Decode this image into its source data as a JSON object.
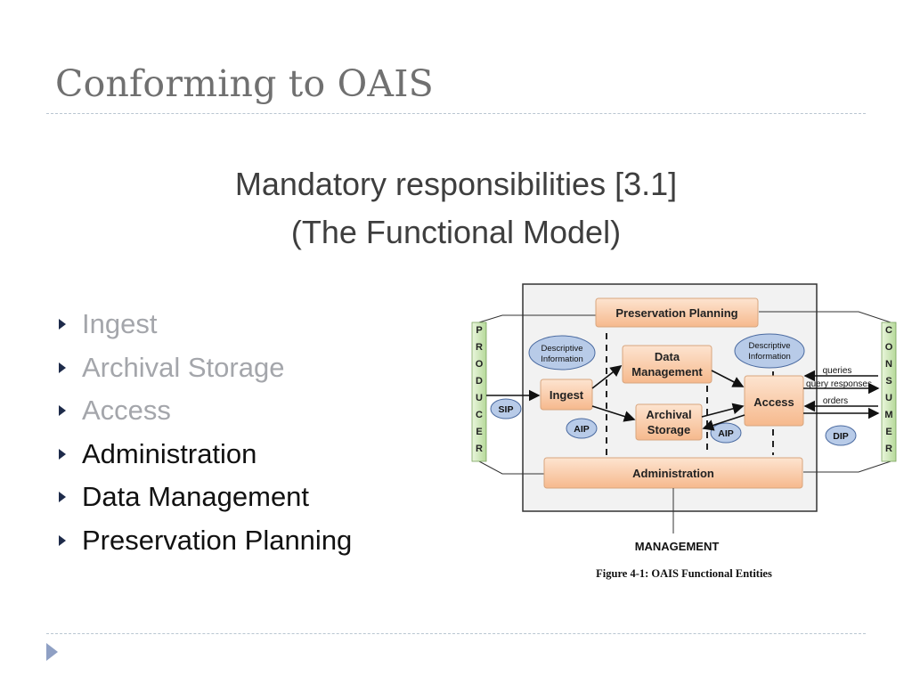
{
  "slide": {
    "title": "Conforming to OAIS",
    "subtitle_line1": "Mandatory responsibilities [3.1]",
    "subtitle_line2": "(The Functional Model)"
  },
  "bullets": [
    {
      "label": "Ingest",
      "state": "dim"
    },
    {
      "label": "Archival Storage",
      "state": "dim"
    },
    {
      "label": "Access",
      "state": "dim"
    },
    {
      "label": "Administration",
      "state": "strong"
    },
    {
      "label": "Data Management",
      "state": "strong"
    },
    {
      "label": "Preservation Planning",
      "state": "strong"
    }
  ],
  "diagram": {
    "producer_letters": [
      "P",
      "R",
      "O",
      "D",
      "U",
      "C",
      "E",
      "R"
    ],
    "consumer_letters": [
      "C",
      "O",
      "N",
      "S",
      "U",
      "M",
      "E",
      "R"
    ],
    "boxes": {
      "preservation_planning": "Preservation Planning",
      "data_management_1": "Data",
      "data_management_2": "Management",
      "ingest": "Ingest",
      "archival_storage_1": "Archival",
      "archival_storage_2": "Storage",
      "access": "Access",
      "administration": "Administration"
    },
    "ovals": {
      "descriptive_left_1": "Descriptive",
      "descriptive_left_2": "Information",
      "descriptive_right_1": "Descriptive",
      "descriptive_right_2": "Information",
      "sip": "SIP",
      "aip_left": "AIP",
      "aip_right": "AIP",
      "dip": "DIP"
    },
    "consumer_flows": [
      "queries",
      "query responses",
      "orders"
    ],
    "management": "MANAGEMENT",
    "caption": "Figure 4-1:  OAIS Functional Entities"
  },
  "colors": {
    "box_fill": "#f9c7a2",
    "oval_fill": "#b8cbe8",
    "side_fill": "#c9e3b0",
    "dim_text": "#a4a6ab"
  }
}
